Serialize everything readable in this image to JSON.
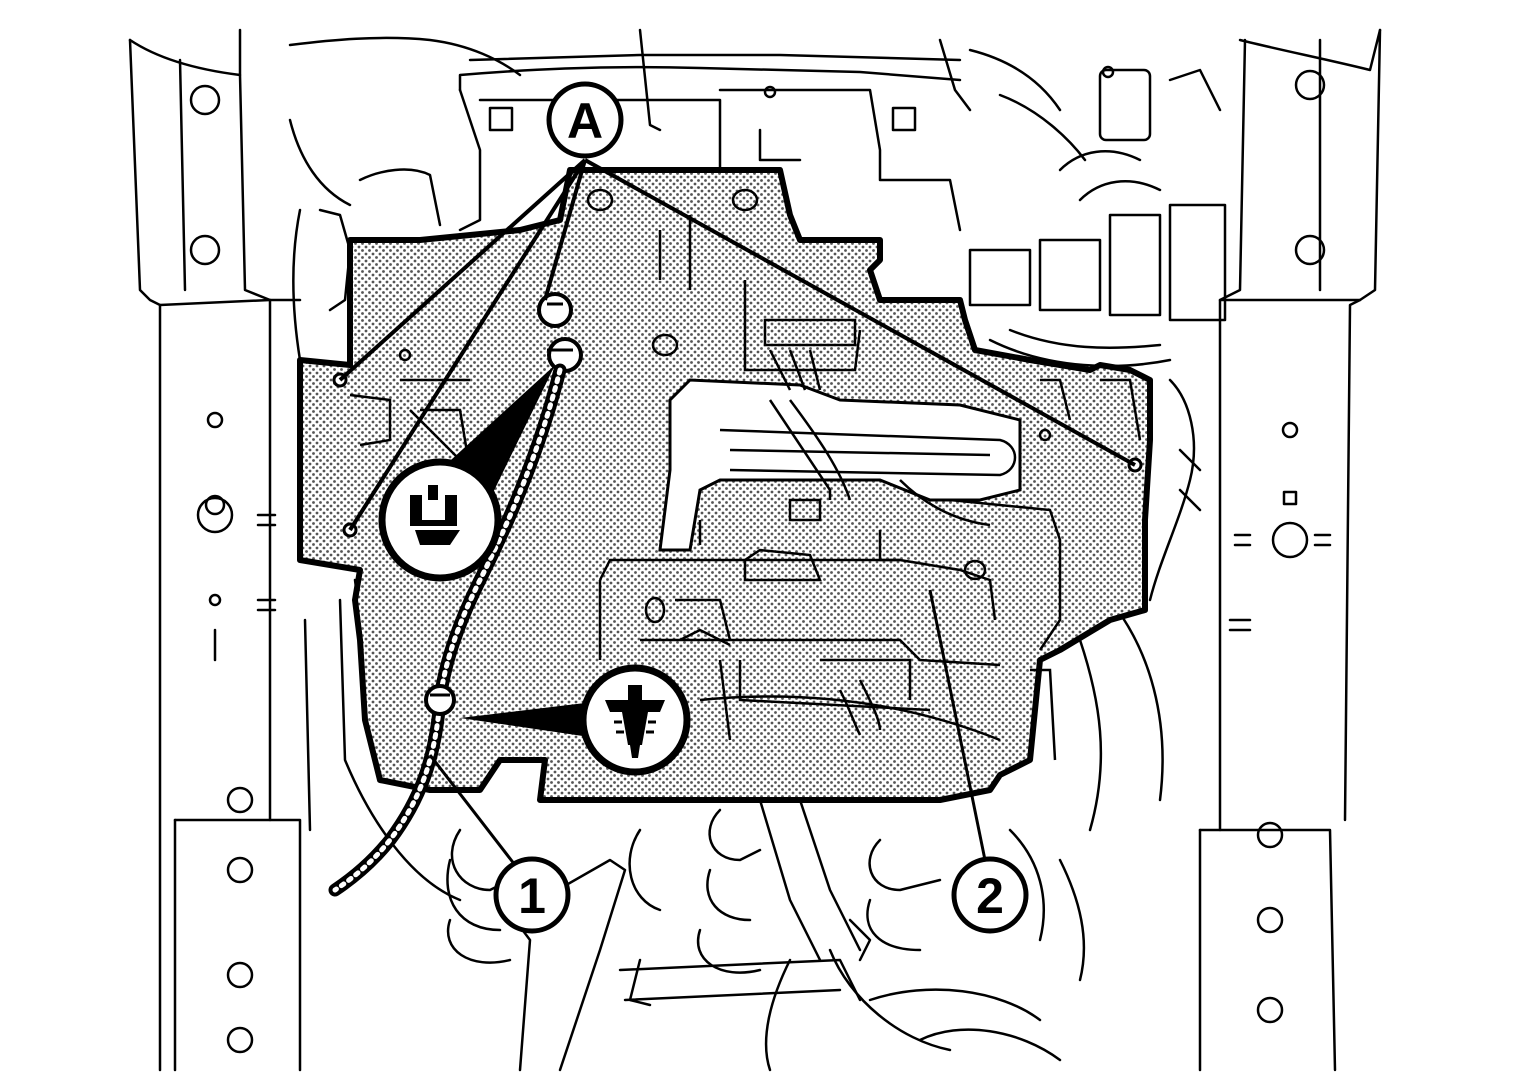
{
  "callouts": {
    "a": "A",
    "one": "1",
    "two": "2"
  },
  "colors": {
    "ink": "#000000",
    "paper": "#ffffff",
    "stipple": "#9a9a9a"
  },
  "icons": {
    "clip_detail": "push-clip-icon",
    "retainer_detail": "tree-retainer-icon"
  }
}
